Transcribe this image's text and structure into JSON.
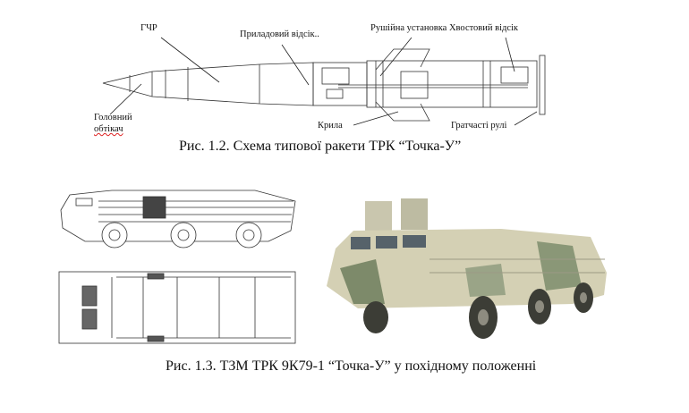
{
  "figure1": {
    "labels": {
      "warhead": "ГЧР",
      "instrument": "Приладовий відсік..",
      "engine_tail": "Рушійна установка Хвостовий відсік",
      "nose_line1": "Головний",
      "nose_line2": "обтікач",
      "wings": "Крила",
      "grid_fins": "Гратчасті рулі"
    },
    "caption": "Рис. 1.2. Схема типової ракети ТРК “Точка-У”"
  },
  "figure2": {
    "caption": "Рис. 1.3. ТЗМ ТРК 9К79-1 “Точка-У” у похідному положенні"
  }
}
